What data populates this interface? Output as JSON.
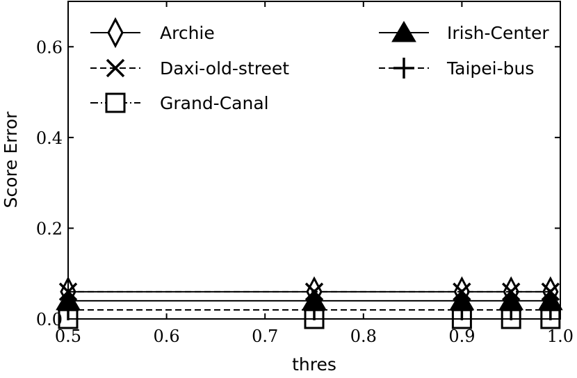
{
  "chart_data": {
    "type": "line",
    "title": "",
    "xlabel": "thres",
    "ylabel": "Score Error",
    "xlim": [
      0.5,
      1.0
    ],
    "ylim": [
      0.0,
      0.7
    ],
    "xticks": [
      0.5,
      0.6,
      0.7,
      0.8,
      0.9,
      1.0
    ],
    "xtick_labels": [
      "0.5",
      "0.6",
      "0.7",
      "0.8",
      "0.9",
      "1.0"
    ],
    "yticks": [
      0.0,
      0.2,
      0.4,
      0.6
    ],
    "ytick_labels": [
      "0.0",
      "0.2",
      "0.4",
      "0.6"
    ],
    "grid": false,
    "legend_placement": "top",
    "x": [
      0.5,
      0.75,
      0.9,
      0.95,
      0.99
    ],
    "series": [
      {
        "name": "Archie",
        "marker": "diamond",
        "linestyle": "solid",
        "values": [
          0.06,
          0.06,
          0.06,
          0.06,
          0.06
        ]
      },
      {
        "name": "Daxi-old-street",
        "marker": "x",
        "linestyle": "dashed",
        "values": [
          0.06,
          0.06,
          0.06,
          0.06,
          0.06
        ]
      },
      {
        "name": "Grand-Canal",
        "marker": "square",
        "linestyle": "dashdot",
        "values": [
          0.0,
          0.0,
          0.0,
          0.0,
          0.0
        ]
      },
      {
        "name": "Irish-Center",
        "marker": "triangle",
        "linestyle": "solid",
        "values": [
          0.04,
          0.04,
          0.04,
          0.04,
          0.04
        ]
      },
      {
        "name": "Taipei-bus",
        "marker": "plus",
        "linestyle": "dashed",
        "values": [
          0.02,
          0.02,
          0.02,
          0.02,
          0.02
        ]
      }
    ],
    "color": "#000000"
  }
}
